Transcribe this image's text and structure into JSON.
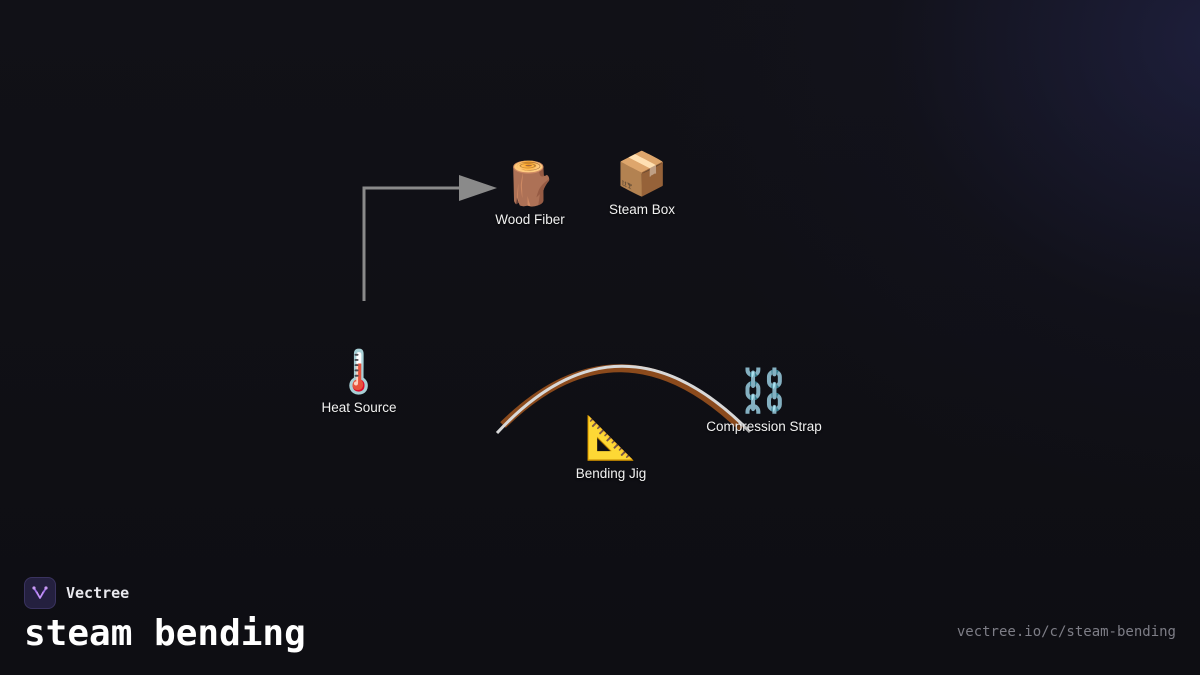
{
  "brand": {
    "name": "Vectree"
  },
  "title": "steam bending",
  "url": "vectree.io/c/steam-bending",
  "nodes": {
    "wood_fiber": {
      "label": "Wood Fiber",
      "icon": "wood-log-icon",
      "glyph": "🪵"
    },
    "steam_box": {
      "label": "Steam Box",
      "icon": "package-box-icon",
      "glyph": "📦"
    },
    "heat_source": {
      "label": "Heat Source",
      "icon": "thermometer-icon",
      "glyph": "🌡️"
    },
    "bending_jig": {
      "label": "Bending Jig",
      "icon": "triangular-ruler-icon",
      "glyph": "📐"
    },
    "compression_strap": {
      "label": "Compression Strap",
      "icon": "chain-icon",
      "glyph": "⛓️"
    }
  },
  "colors": {
    "background": "#0f0f14",
    "arrow": "#8a8a8a",
    "wood_curve": "#8b4a1c",
    "strap_curve": "#d8d8d8",
    "label": "#f2f2f2"
  }
}
